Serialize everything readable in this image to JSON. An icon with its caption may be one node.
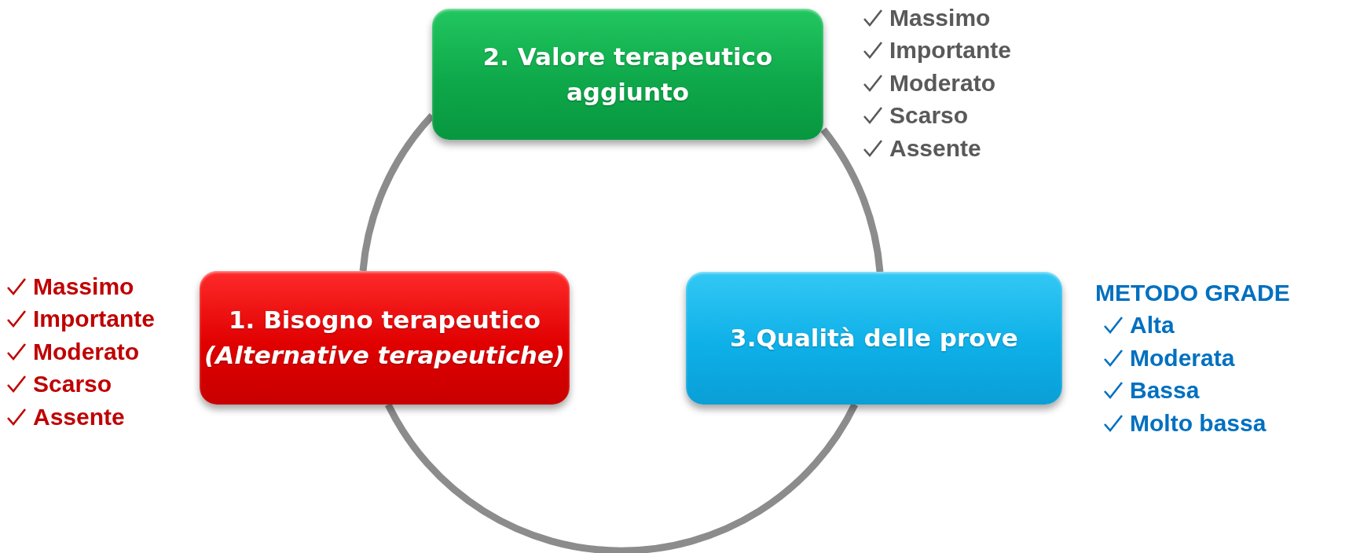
{
  "diagram": {
    "nodes": [
      {
        "text": [
          "1. Bisogno terapeutico",
          "(Alternative terapeutiche)"
        ],
        "beside": [
          "Massimo",
          "Importante",
          "Moderato",
          "Scarso",
          "Assente"
        ]
      },
      {
        "text": [
          "2. Valore terapeutico aggiunto"
        ],
        "beside": [
          "Massimo",
          "Importante",
          "Moderato",
          "Scarso",
          "Assente"
        ]
      },
      {
        "text": [
          "3.Qualità delle prove"
        ],
        "beside": [
          "METODO GRADE",
          "Alta",
          "Moderata",
          "Bassa",
          "Molto bassa"
        ]
      }
    ],
    "edges": [
      {
        "from": 0,
        "to": 1,
        "arrow": "none"
      },
      {
        "from": 1,
        "to": 2,
        "arrow": "none"
      },
      {
        "from": 2,
        "to": 0,
        "arrow": "none"
      }
    ]
  }
}
